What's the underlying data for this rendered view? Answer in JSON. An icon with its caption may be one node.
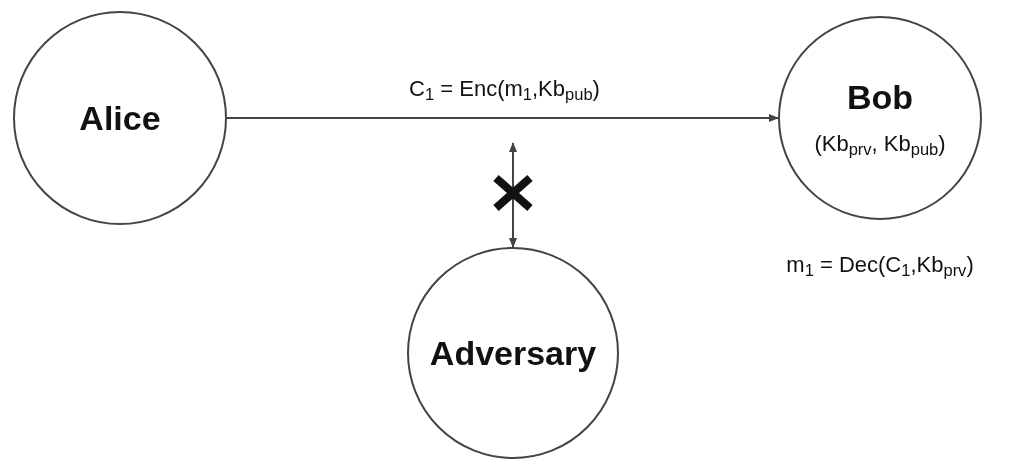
{
  "diagram": {
    "nodes": [
      {
        "text": [
          "Alice"
        ]
      },
      {
        "text": [
          "Bob",
          "(Kb$_{prv}$, Kb$_{pub}$)"
        ],
        "beside": [
          "m$_{1}$ = Dec(C$_{1}$,Kb$_{prv}$)"
        ]
      },
      {
        "text": [
          "Adversary"
        ]
      }
    ],
    "edges": [
      {
        "from": 0,
        "to": 1,
        "arrow": "to",
        "label": "C$_{1}$ = Enc(m$_{1}$,Kb$_{pub}$)"
      },
      {
        "from": null,
        "to": 2,
        "arrow": "both"
      }
    ]
  }
}
